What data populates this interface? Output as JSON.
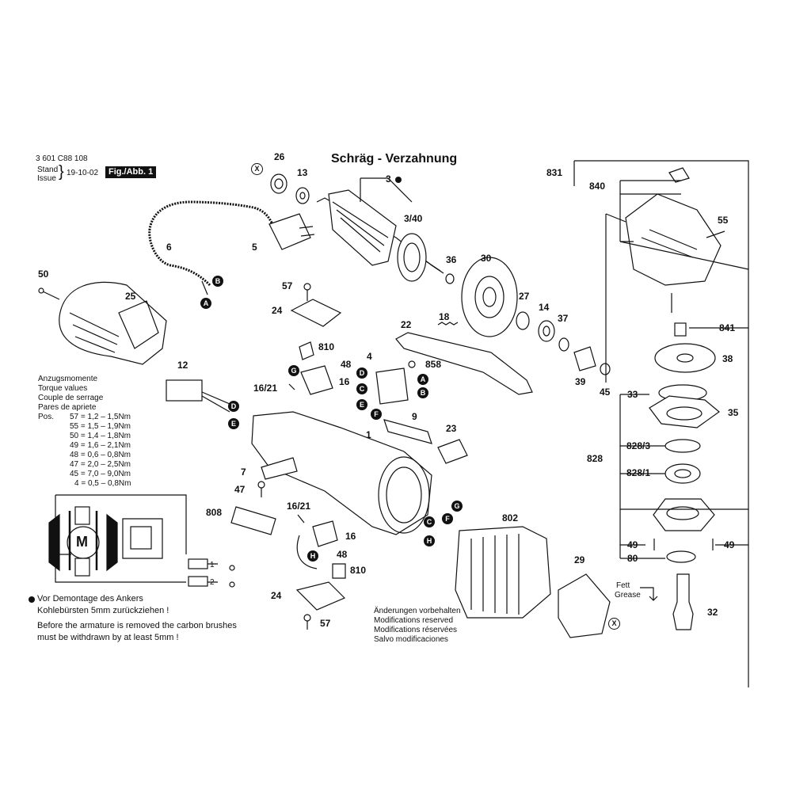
{
  "header": {
    "doc_number": "3 601 C88 108",
    "stand_label": "Stand",
    "issue_label": "Issue",
    "date": "19-10-02",
    "figure": "Fig./Abb. 1"
  },
  "title": "Schräg - Verzahnung",
  "parts": {
    "p26": "26",
    "p13": "13",
    "p3": "3",
    "p3_40": "3/40",
    "p5": "5",
    "p6": "6",
    "p50": "50",
    "p25": "25",
    "p57a": "57",
    "p24a": "24",
    "p810a": "810",
    "p48a": "48",
    "p16_21a": "16/21",
    "p16a": "16",
    "p12": "12",
    "p36": "36",
    "p30": "30",
    "p18": "18",
    "p22": "22",
    "p4": "4",
    "p858": "858",
    "p27": "27",
    "p14": "14",
    "p37": "37",
    "p39": "39",
    "p45": "45",
    "p9": "9",
    "p1": "1",
    "p23": "23",
    "p7": "7",
    "p47": "47",
    "p808": "808",
    "p16_21b": "16/21",
    "p16b": "16",
    "p48b": "48",
    "p810b": "810",
    "p24b": "24",
    "p57b": "57",
    "p802": "802",
    "p29": "29",
    "p831": "831",
    "p840": "840",
    "p55": "55",
    "p841": "841",
    "p38": "38",
    "p33": "33",
    "p35": "35",
    "p828": "828",
    "p828_3": "828/3",
    "p828_1": "828/1",
    "p49a": "49",
    "p49b": "49",
    "p80": "80",
    "p32": "32"
  },
  "markers": {
    "x1": "X",
    "x2": "X",
    "B1": "B",
    "A1": "A",
    "D1": "D",
    "E1": "E",
    "G1": "G",
    "D2": "D",
    "C2": "C",
    "E2": "E",
    "A2": "A",
    "B2": "B",
    "F2": "F",
    "G3": "G",
    "C3": "C",
    "F3": "F",
    "H3": "H",
    "H4": "H"
  },
  "torque": {
    "lines": [
      "Anzugsmomente",
      "Torque values",
      "Couple de serrage",
      "Pares de apriete"
    ],
    "pos_label": "Pos.",
    "rows": [
      "57 = 1,2 – 1,5Nm",
      "55 = 1,5 – 1,9Nm",
      "50 = 1,4 – 1,8Nm",
      "49 = 1,6 – 2,1Nm",
      "48 = 0,6 – 0,8Nm",
      "47 = 2,0 – 2,5Nm",
      "45 = 7,0 – 9,0Nm",
      "4 = 0,5 – 0,8Nm"
    ]
  },
  "motor_symbol": "M",
  "switch_labels": {
    "one": "1",
    "two": "2"
  },
  "notes": {
    "de_line1": "Vor Demontage des Ankers",
    "de_line2": "Kohlebürsten 5mm zurückziehen !",
    "en_line1": "Before the armature is removed the carbon brushes",
    "en_line2": "must be withdrawn by at least 5mm !",
    "mod_de": "Änderungen vorbehalten",
    "mod_en": "Modifications reserved",
    "mod_fr": "Modifications réservées",
    "mod_es": "Salvo modificaciones",
    "fett": "Fett",
    "grease": "Grease"
  }
}
